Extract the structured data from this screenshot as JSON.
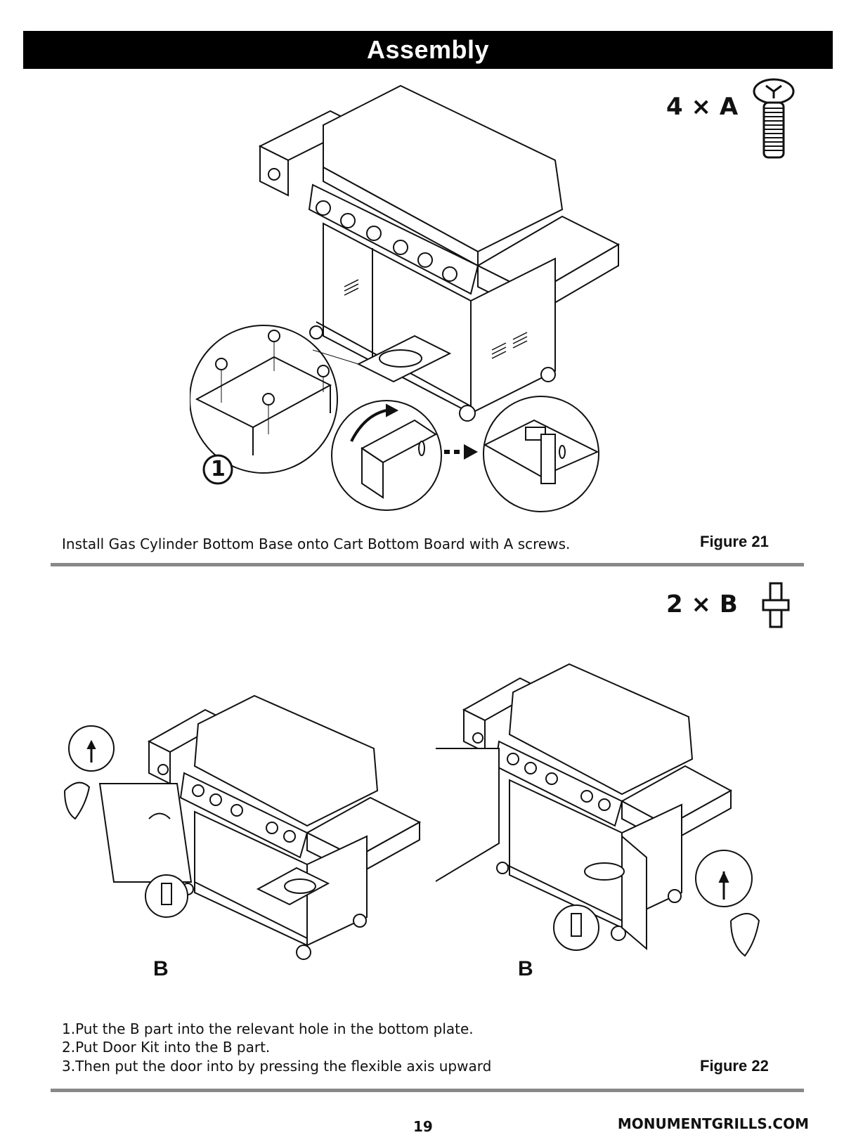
{
  "header": {
    "title": "Assembly"
  },
  "figure21": {
    "quantity": "4 × A",
    "callout_number": "1",
    "caption": "Install Gas Cylinder Bottom Base onto Cart Bottom Board with A screws.",
    "label": "Figure 21"
  },
  "figure22": {
    "quantity": "2 × B",
    "left_label": "B",
    "right_label": "B",
    "steps": [
      "1.Put the B part into the relevant hole in the bottom plate.",
      "2.Put Door Kit into the B part.",
      "3.Then put the door into by pressing the flexible axis upward"
    ],
    "label": "Figure 22"
  },
  "footer": {
    "page_number": "19",
    "website": "MONUMENTGRILLS.COM"
  }
}
